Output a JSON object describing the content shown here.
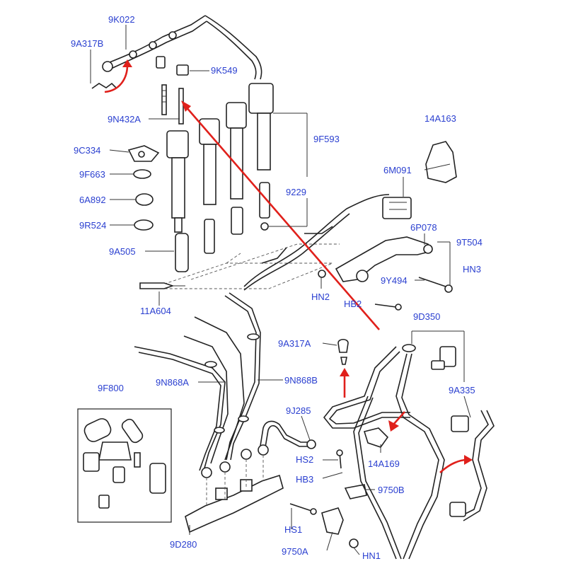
{
  "labels": {
    "l_9k022": "9K022",
    "l_9a317b": "9A317B",
    "l_9k549": "9K549",
    "l_9n432a": "9N432A",
    "l_9f593": "9F593",
    "l_14a163": "14A163",
    "l_9c334": "9C334",
    "l_9f663": "9F663",
    "l_6a892": "6A892",
    "l_9r524": "9R524",
    "l_9229": "9229",
    "l_6m091": "6M091",
    "l_6p078": "6P078",
    "l_9t504": "9T504",
    "l_hn3": "HN3",
    "l_9y494": "9Y494",
    "l_9a505": "9A505",
    "l_hn2": "HN2",
    "l_hb2": "HB2",
    "l_11a604": "11A604",
    "l_9d350": "9D350",
    "l_9a317a": "9A317A",
    "l_9n868a": "9N868A",
    "l_9n868b": "9N868B",
    "l_9f800": "9F800",
    "l_9a335": "9A335",
    "l_9j285": "9J285",
    "l_14a169": "14A169",
    "l_hs2": "HS2",
    "l_hb3": "HB3",
    "l_9750b": "9750B",
    "l_hs1": "HS1",
    "l_9d280": "9D280",
    "l_9750a": "9750A",
    "l_hn1": "HN1"
  },
  "colors": {
    "label": "#2a3fd0",
    "arrow": "#e0201b",
    "line": "#222222"
  }
}
